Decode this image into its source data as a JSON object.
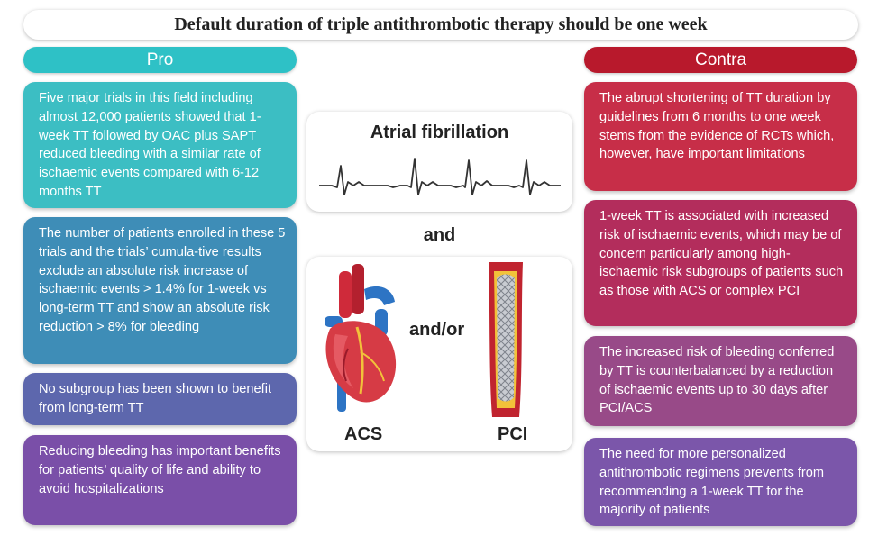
{
  "title": "Default duration of triple antithrombotic therapy should be one week",
  "pro": {
    "header": "Pro",
    "cards": [
      "Five major trials in this field including almost 12,000 patients showed that 1-week TT followed by OAC plus SAPT reduced bleeding with a similar rate of ischaemic events compared with 6-12 months TT",
      "The number of patients enrolled in these 5 trials and the trials’ cumula-tive results exclude an absolute risk increase of ischaemic events > 1.4% for 1-week vs long-term TT and show an absolute risk reduction > 8% for bleeding",
      "No subgroup has been shown to benefit from long-term TT",
      "Reducing bleeding has important benefits for patients’ quality of life and ability to avoid hospitalizations"
    ]
  },
  "contra": {
    "header": "Contra",
    "cards": [
      "The abrupt shortening of TT duration by guidelines from 6 months to one week stems from the evidence of RCTs which, however, have important limitations",
      "1-week TT is associated with increased risk of ischaemic events, which may be of concern particularly among high-ischaemic risk subgroups of patients such as those with ACS or complex PCI",
      "The increased risk of bleeding conferred by TT is counterbalanced by a reduction of ischaemic events up to 30 days after PCI/ACS",
      "The need for more personalized antithrombotic regimens prevents from recommending a 1-week TT for the majority of patients"
    ]
  },
  "center": {
    "af_label": "Atrial fibrillation",
    "and_label": "and",
    "andor_label": "and/or",
    "acs_label": "ACS",
    "pci_label": "PCI"
  },
  "colors": {
    "pro_header": "#2ec1c6",
    "contra_header": "#b8192c",
    "pro_cards": [
      "#3cbec3",
      "#3e8db7",
      "#5d67ad",
      "#7a4fa8"
    ],
    "contra_cards": [
      "#c72e48",
      "#b32d5c",
      "#984a88",
      "#7b56aa"
    ]
  },
  "icons": [
    "ecg-waveform-icon",
    "heart-icon",
    "stent-icon"
  ]
}
